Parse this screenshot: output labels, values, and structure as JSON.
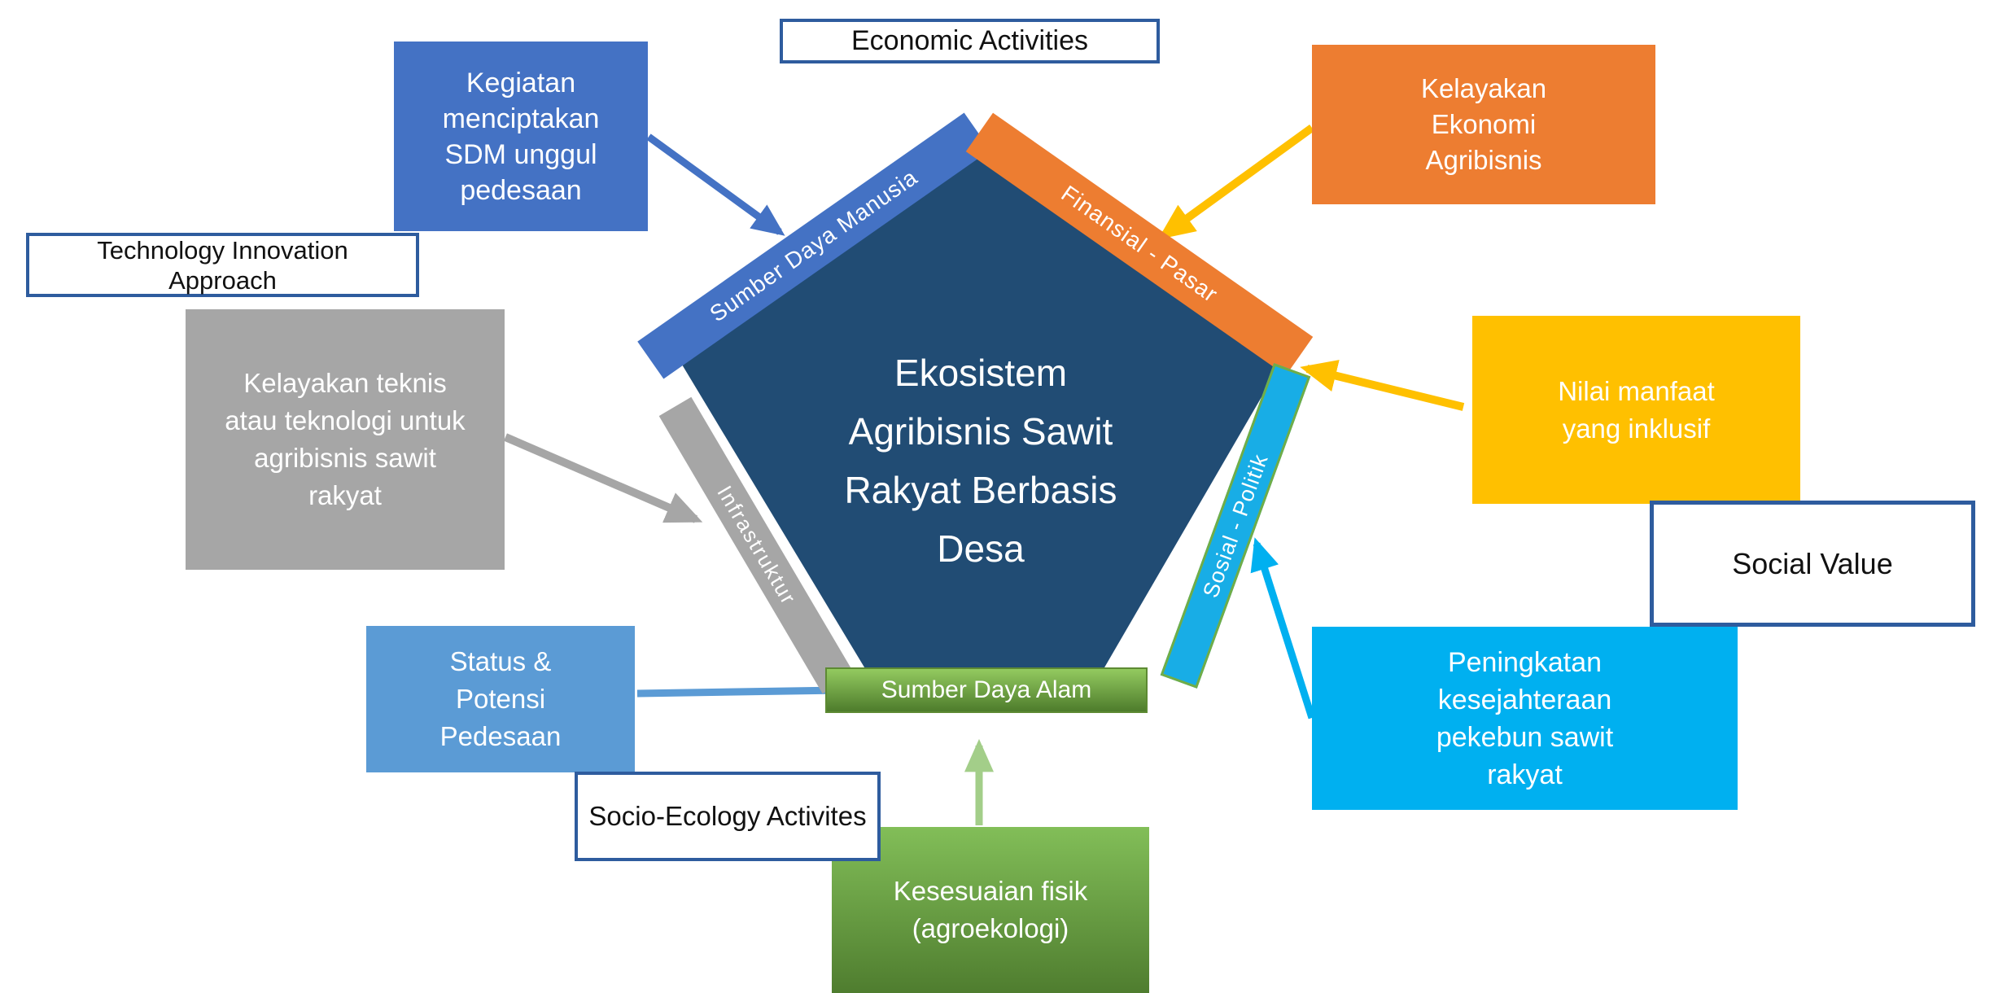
{
  "diagram": {
    "center": {
      "title": "Ekosistem\nAgribisnis Sawit\nRakyat Berbasis\nDesa",
      "fill_color": "#214C74"
    },
    "edges": {
      "sdm": {
        "label": "Sumber Daya Manusia",
        "color": "#4472C4"
      },
      "finansial": {
        "label": "Finansial - Pasar",
        "color": "#ED7D31"
      },
      "infrastruktur": {
        "label": "Infrastruktur",
        "color": "#A6A6A6"
      },
      "sosial": {
        "label": "Sosial - Politik",
        "color": "#18ADE6",
        "border_color": "#70AD47"
      },
      "sda": {
        "label": "Sumber Daya Alam",
        "color_top": "#93CA60",
        "color_bottom": "#4E7C2C"
      }
    },
    "callouts": {
      "kegiatan": {
        "text": "Kegiatan menciptakan SDM unggul pedesaan",
        "color": "#4472C4"
      },
      "kelayakan_ekonomi": {
        "text": "Kelayakan Ekonomi Agribisnis",
        "color": "#ED7D31"
      },
      "kelayakan_teknis": {
        "text": "Kelayakan teknis atau teknologi untuk agribisnis sawit rakyat",
        "color": "#A6A6A6"
      },
      "nilai_manfaat": {
        "text": "Nilai manfaat yang inklusif",
        "color": "#FFC000"
      },
      "status_potensi": {
        "text": "Status & Potensi Pedesaan",
        "color": "#5B9BD5"
      },
      "kesesuaian": {
        "text": "Kesesuaian fisik (agroekologi)",
        "color_top": "#82BE58",
        "color_bottom": "#4F7D2F"
      },
      "peningkatan": {
        "text": "Peningkatan kesejahteraan pekebun sawit rakyat",
        "color": "#00B0F0"
      }
    },
    "category_labels": {
      "border_color": "#2E5C9E",
      "economic": {
        "text": "Economic Activities"
      },
      "technology": {
        "text": "Technology  Innovation\nApproach"
      },
      "socio_ecology": {
        "text": "Socio-Ecology Activites"
      },
      "social_value": {
        "text": "Social Value"
      }
    },
    "arrows": [
      {
        "from": "kegiatan",
        "to": "edge-sdm",
        "color": "#4472C4"
      },
      {
        "from": "kelayakan_ekonomi",
        "to": "edge-finansial",
        "color": "#FFC000"
      },
      {
        "from": "nilai_manfaat",
        "to": "edge-sosial",
        "color": "#FFC000"
      },
      {
        "from": "kelayakan_teknis",
        "to": "edge-infrastruktur",
        "color": "#A6A6A6"
      },
      {
        "from": "status_potensi",
        "to": "edge-sda",
        "color": "#5B9BD5"
      },
      {
        "from": "kesesuaian",
        "to": "edge-sda",
        "color": "#A3CE89"
      },
      {
        "from": "peningkatan",
        "to": "edge-sosial",
        "color": "#00B0F0"
      }
    ]
  }
}
